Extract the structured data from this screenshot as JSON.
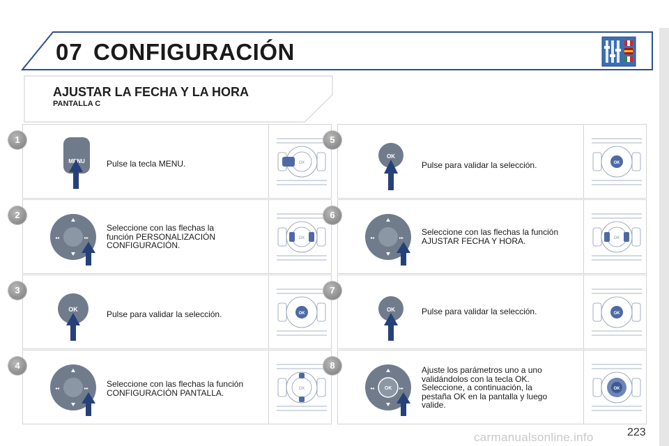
{
  "header": {
    "chapter_number": "07",
    "chapter_title": "CONFIGURACIÓN",
    "icon": "settings-flags-icon"
  },
  "section": {
    "title": "AJUSTAR LA FECHA Y LA HORA",
    "subtitle": "PANTALLA C"
  },
  "steps": [
    {
      "number": "1",
      "control": "menu-button",
      "control_label": "MENU",
      "lines": [
        "Pulse la tecla MENU."
      ]
    },
    {
      "number": "2",
      "control": "arrow-pad",
      "lines": [
        "Seleccione con las flechas la",
        "función PERSONALIZACIÓN",
        "CONFIGURACIÓN."
      ]
    },
    {
      "number": "3",
      "control": "ok-button",
      "control_label": "OK",
      "lines": [
        "Pulse para validar la selección."
      ]
    },
    {
      "number": "4",
      "control": "arrow-pad",
      "lines": [
        "Seleccione con las flechas la función",
        "CONFIGURACIÓN PANTALLA."
      ]
    },
    {
      "number": "5",
      "control": "ok-button",
      "control_label": "OK",
      "lines": [
        "Pulse para validar la selección."
      ]
    },
    {
      "number": "6",
      "control": "arrow-pad",
      "lines": [
        "Seleccione con las flechas la función",
        "AJUSTAR FECHA Y HORA."
      ]
    },
    {
      "number": "7",
      "control": "ok-button",
      "control_label": "OK",
      "lines": [
        "Pulse para validar la selección."
      ]
    },
    {
      "number": "8",
      "control": "arrow-pad-ok",
      "control_label": "OK",
      "lines": [
        "Ajuste los parámetros uno a uno",
        "validándolos con la tecla OK.",
        "Seleccione, a continuación, la",
        "pestaña OK en la pantalla y luego",
        "valide."
      ]
    }
  ],
  "panel_label": "OK",
  "page_number": "223",
  "watermark": "carmanualsonline.info",
  "colors": {
    "accent": "#2b4f8c",
    "border": "#d4d4d4",
    "badge": "#8c8c8c"
  }
}
